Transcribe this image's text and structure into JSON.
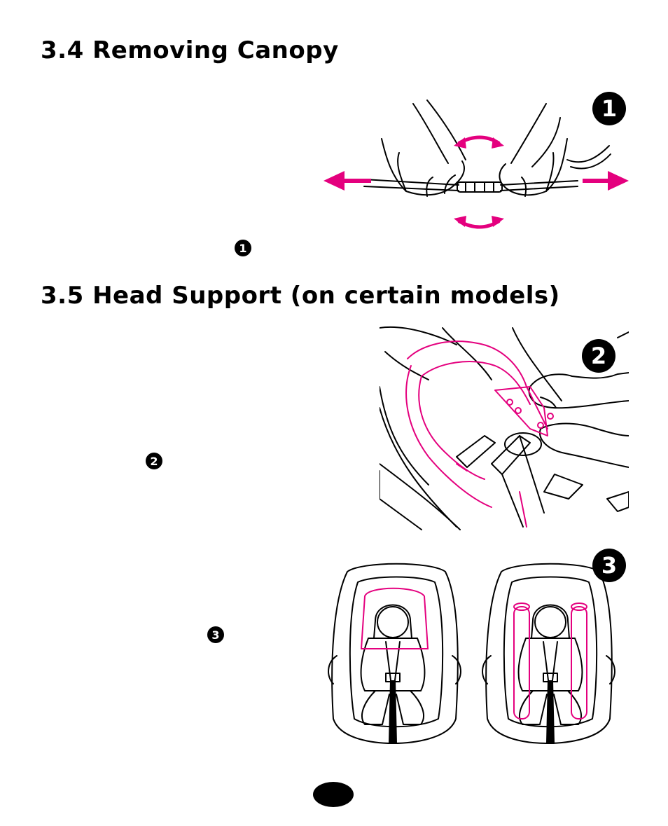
{
  "sections": {
    "canopy": {
      "title": "3.4 Removing Canopy",
      "ref": "1"
    },
    "head_support": {
      "title": "3.5 Head Support (on certain models)",
      "ref_a": "2",
      "ref_b": "3"
    }
  },
  "figures": {
    "fig1": {
      "label": "1"
    },
    "fig2": {
      "label": "2"
    },
    "fig3": {
      "label": "3"
    }
  },
  "colors": {
    "accent": "#E4007E",
    "ink": "#000000",
    "paper": "#FFFFFF"
  }
}
